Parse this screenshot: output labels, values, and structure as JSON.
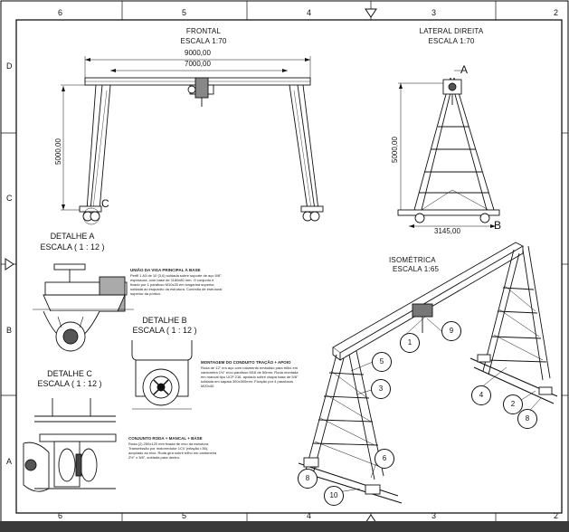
{
  "sheet": {
    "col_zones": [
      "6",
      "5",
      "4",
      "3",
      "2"
    ],
    "row_zones": [
      "D",
      "C",
      "B",
      "A"
    ]
  },
  "views": {
    "front": {
      "title": "FRONTAL",
      "scale": "ESCALA 1:70",
      "dim_total": "9000,00",
      "dim_span": "7000,00",
      "dim_height": "5000,00",
      "callout": "C"
    },
    "side": {
      "title": "LATERAL  DIREITA",
      "scale": "ESCALA 1:70",
      "dim_height": "5000,00",
      "dim_base": "3145,00",
      "callout_a": "A",
      "callout_b": "B"
    },
    "iso": {
      "title": "ISOMÉTRICA",
      "scale": "ESCALA 1:65",
      "balloons": [
        "1",
        "2",
        "3",
        "4",
        "5",
        "6",
        "8",
        "8",
        "9",
        "10"
      ]
    }
  },
  "details": {
    "a": {
      "title": "DETALHE A",
      "scale": "ESCALA ( 1 : 12 )"
    },
    "b": {
      "title": "DETALHE B",
      "scale": "ESCALA ( 1 : 12 )"
    },
    "c": {
      "title": "DETALHE C",
      "scale": "ESCALA ( 1 : 12 )"
    }
  },
  "notes": [
    {
      "title": "UNIÃO DA VIGA PRINCIPAL À BASE",
      "body": "Perfil 1 A3 de 10 (3,6) soldada sobre suporte de aço 5/8\" espessura, com base de 1180x80 mm. O conjunto é fixado por 1 parafuso M10x30 em longarina superior, soldada ao esquadro da estrutura. Conexão de estrutural superior da pórtico."
    },
    {
      "title": "MONTAGEM DO CONDUITO TRAÇÃO + APOIO",
      "body": "Roda de 12\" em aço com rolamento embutido para trilho em cantoneira 1½\" e/ou parafuso M16 de 50mm. Roda montada em mancal tipo UCP 216, apoiado sobre chapa base de 5/8\" soldada em sapata 300x300mm. Fixação por 4 parafusos M20x40."
    },
    {
      "title": "CONJUNTO RODA + MANCAL + BASE",
      "body": "Roda (2) 250x120 mm fixada de eixo da estrutura. Transmissão por motorredutor 1CV (relação i:36), acoplado ao eixo. Roda gira sobre trilho em cantoneira 2½\" x 3/8\", soldada para dentro."
    }
  ]
}
